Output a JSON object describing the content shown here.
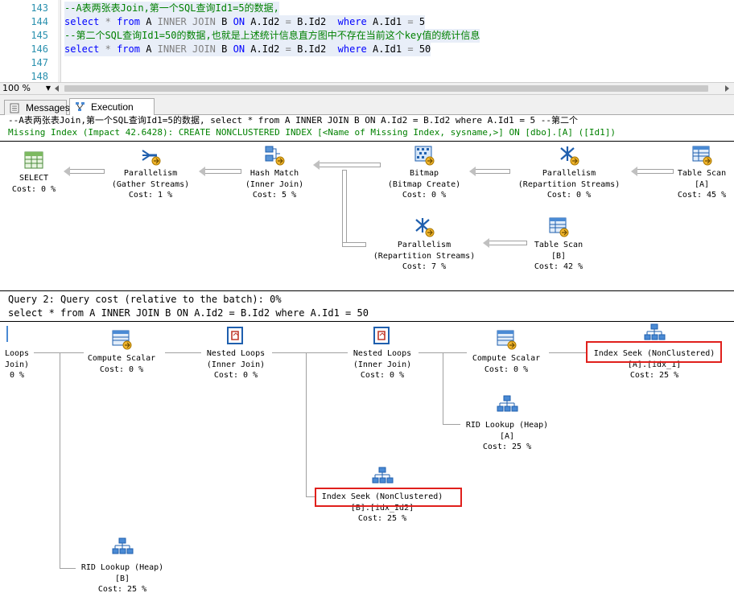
{
  "editor": {
    "lines": [
      {
        "no": "143",
        "segments": [
          {
            "t": "--A表两张表Join,第一个SQL查询Id1=5的数据,",
            "c": "cmt"
          }
        ]
      },
      {
        "no": "144",
        "segments": [
          {
            "t": "select",
            "c": "kw"
          },
          {
            "t": " ",
            "c": ""
          },
          {
            "t": "*",
            "c": "gr"
          },
          {
            "t": " ",
            "c": ""
          },
          {
            "t": "from",
            "c": "kw"
          },
          {
            "t": " A ",
            "c": ""
          },
          {
            "t": "INNER JOIN",
            "c": "gr"
          },
          {
            "t": " B ",
            "c": ""
          },
          {
            "t": "ON",
            "c": "kw"
          },
          {
            "t": " A.Id2 ",
            "c": ""
          },
          {
            "t": "=",
            "c": "gr"
          },
          {
            "t": " B.Id2  ",
            "c": ""
          },
          {
            "t": "where",
            "c": "kw"
          },
          {
            "t": " A.Id1 ",
            "c": ""
          },
          {
            "t": "=",
            "c": "gr"
          },
          {
            "t": " 5",
            "c": ""
          }
        ]
      },
      {
        "no": "145",
        "segments": [
          {
            "t": "--第二个SQL查询Id1=50的数据,也就是上述统计信息直方图中不存在当前这个key值的统计信息",
            "c": "cmt"
          }
        ]
      },
      {
        "no": "146",
        "segments": [
          {
            "t": "select",
            "c": "kw"
          },
          {
            "t": " ",
            "c": ""
          },
          {
            "t": "*",
            "c": "gr"
          },
          {
            "t": " ",
            "c": ""
          },
          {
            "t": "from",
            "c": "kw"
          },
          {
            "t": " A ",
            "c": ""
          },
          {
            "t": "INNER JOIN",
            "c": "gr"
          },
          {
            "t": " B ",
            "c": ""
          },
          {
            "t": "ON",
            "c": "kw"
          },
          {
            "t": " A.Id2 ",
            "c": ""
          },
          {
            "t": "=",
            "c": "gr"
          },
          {
            "t": " B.Id2  ",
            "c": ""
          },
          {
            "t": "where",
            "c": "kw"
          },
          {
            "t": " A.Id1 ",
            "c": ""
          },
          {
            "t": "=",
            "c": "gr"
          },
          {
            "t": " 50",
            "c": ""
          }
        ]
      },
      {
        "no": "147",
        "segments": []
      },
      {
        "no": "148",
        "segments": []
      }
    ]
  },
  "zoom": {
    "value": "100 %"
  },
  "tabs": {
    "messages": "Messages",
    "execution_plan": "Execution plan"
  },
  "query1": {
    "header": "--A表两张表Join,第一个SQL查询Id1=5的数据, select * from A INNER JOIN B ON A.Id2 = B.Id2 where A.Id1 = 5 --第二个",
    "missing_index": "Missing Index (Impact 42.6428): CREATE NONCLUSTERED INDEX [<Name of Missing Index, sysname,>] ON [dbo].[A] ([Id1])",
    "nodes": {
      "select": {
        "l1": "SELECT",
        "l2": "Cost: 0 %",
        "icon": "select-icon"
      },
      "gather": {
        "l1": "Parallelism",
        "l2": "(Gather Streams)",
        "l3": "Cost: 1 %",
        "icon": "parallelism-gather-icon"
      },
      "hash": {
        "l1": "Hash Match",
        "l2": "(Inner Join)",
        "l3": "Cost: 5 %",
        "icon": "hash-match-icon"
      },
      "bitmap": {
        "l1": "Bitmap",
        "l2": "(Bitmap Create)",
        "l3": "Cost: 0 %",
        "icon": "bitmap-icon"
      },
      "repart_top": {
        "l1": "Parallelism",
        "l2": "(Repartition Streams)",
        "l3": "Cost: 0 %",
        "icon": "parallelism-repartition-icon"
      },
      "scan_a": {
        "l1": "Table Scan",
        "l2": "[A]",
        "l3": "Cost: 45 %",
        "icon": "table-scan-icon"
      },
      "repart_bottom": {
        "l1": "Parallelism",
        "l2": "(Repartition Streams)",
        "l3": "Cost: 7 %",
        "icon": "parallelism-repartition-icon"
      },
      "scan_b": {
        "l1": "Table Scan",
        "l2": "[B]",
        "l3": "Cost: 42 %",
        "icon": "table-scan-icon"
      }
    }
  },
  "query2": {
    "header": "Query 2: Query cost (relative to the batch): 0%",
    "sql": "select * from A INNER JOIN B ON A.Id2 = B.Id2 where A.Id1 = 50",
    "nodes": {
      "loops_left": {
        "l1": "Loops",
        "l2": "Join)",
        "l3": "0 %"
      },
      "compute1": {
        "l1": "Compute Scalar",
        "l2": "Cost: 0 %",
        "icon": "compute-scalar-icon"
      },
      "nested1": {
        "l1": "Nested Loops",
        "l2": "(Inner Join)",
        "l3": "Cost: 0 %",
        "icon": "nested-loops-icon"
      },
      "nested2": {
        "l1": "Nested Loops",
        "l2": "(Inner Join)",
        "l3": "Cost: 0 %",
        "icon": "nested-loops-icon"
      },
      "compute2": {
        "l1": "Compute Scalar",
        "l2": "Cost: 0 %",
        "icon": "compute-scalar-icon"
      },
      "seek_a": {
        "l1": "Index Seek (NonClustered)",
        "l2": "[A].[idx_1]",
        "l3": "Cost: 25 %",
        "icon": "index-seek-icon"
      },
      "rid_a": {
        "l1": "RID Lookup (Heap)",
        "l2": "[A]",
        "l3": "Cost: 25 %",
        "icon": "rid-lookup-icon"
      },
      "seek_b": {
        "l1": "Index Seek (NonClustered)",
        "l2": "[B].[idx_Id2]",
        "l3": "Cost: 25 %",
        "icon": "index-seek-icon"
      },
      "rid_b": {
        "l1": "RID Lookup (Heap)",
        "l2": "[B]",
        "l3": "Cost: 25 %",
        "icon": "rid-lookup-icon"
      }
    }
  },
  "colors": {
    "highlight_box": "#e0201c",
    "keyword": "#0000ff",
    "comment": "#008000",
    "line_number": "#2b91af"
  }
}
